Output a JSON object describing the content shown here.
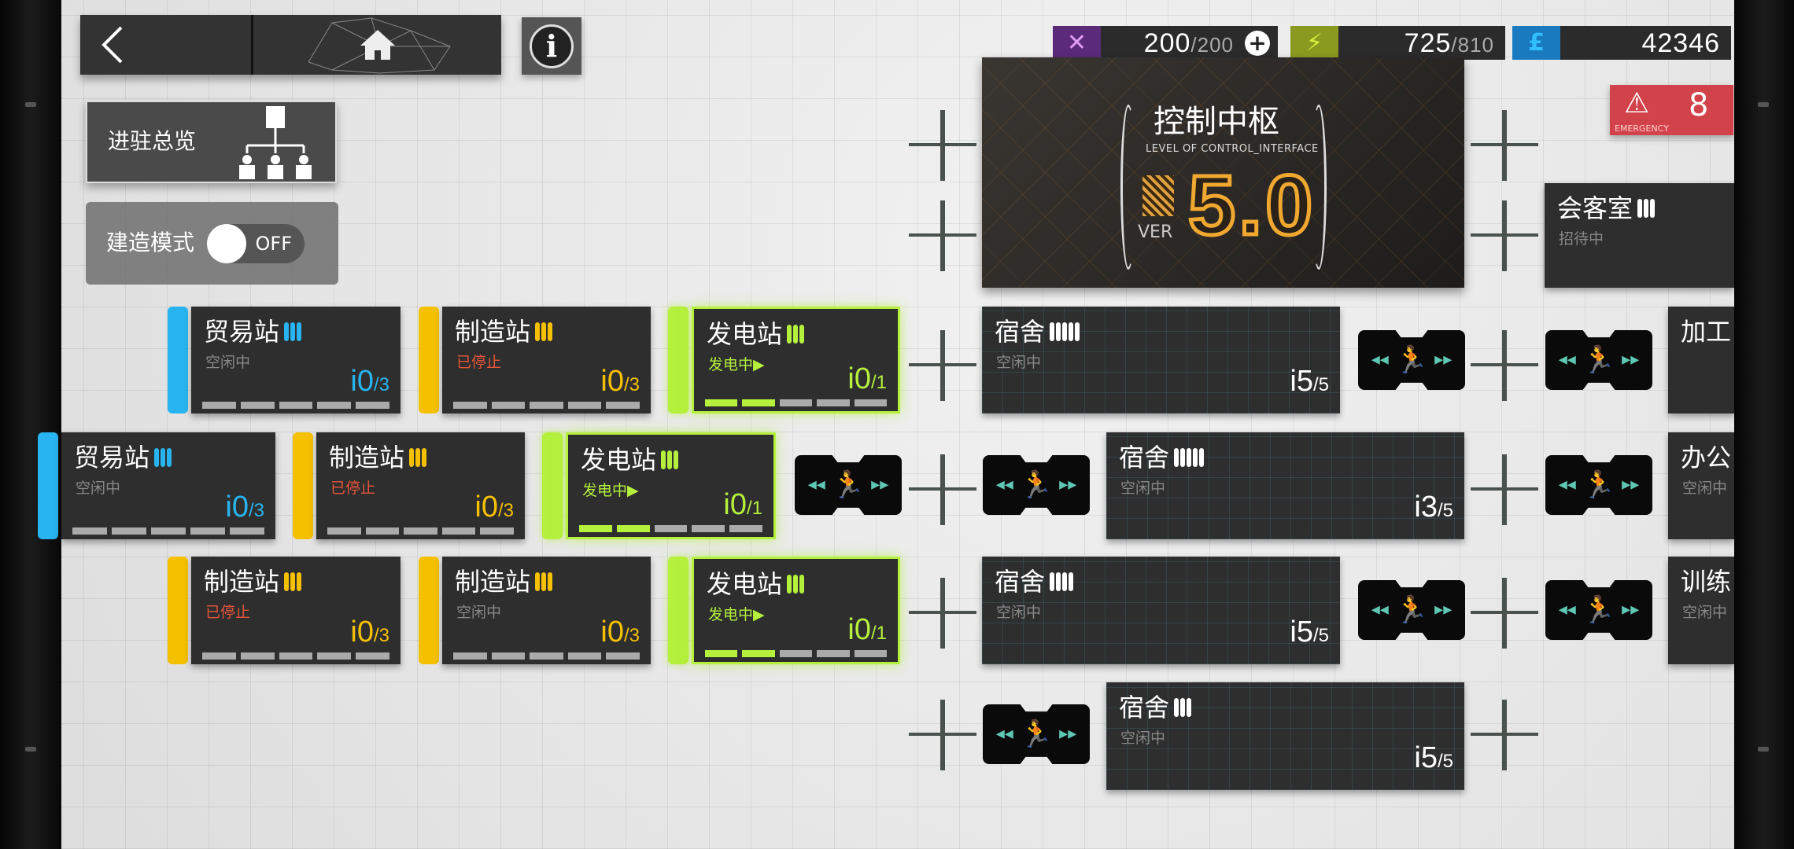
{
  "nav": {
    "back_icon": "chevron-left-icon",
    "home_icon": "home-icon",
    "info_label": "i"
  },
  "overview_button": {
    "label": "进驻总览",
    "icon": "org-chart-icon"
  },
  "build_mode": {
    "label": "建造模式",
    "state": "OFF"
  },
  "resources": {
    "drones": {
      "current": "200",
      "max": "/200",
      "icon": "drone-icon",
      "color": "#5b2a78"
    },
    "power": {
      "current": "725",
      "max": "/810",
      "icon": "battery-icon",
      "color": "#8a9a20"
    },
    "money": {
      "current": "42346",
      "icon": "lmd-icon",
      "color": "#1a7ac0"
    }
  },
  "control_center": {
    "title": "控制中枢",
    "subtitle": "LEVEL OF CONTROL_INTERFACE",
    "ver_label": "VER",
    "version": "5.0"
  },
  "emergency": {
    "count": "8",
    "label": "EMERGENCY"
  },
  "colors": {
    "trading": "#28b4f0",
    "factory": "#f5c000",
    "power": "#b4f03c",
    "dorm": "#ffffff",
    "stopped": "#e8553a",
    "corridor": "#5fc8b4"
  },
  "rooms": [
    {
      "type": "trading",
      "name": "贸易站",
      "level": 3,
      "status": "空闲中",
      "workers": "0",
      "capacity": "/3"
    },
    {
      "type": "factory",
      "name": "制造站",
      "level": 3,
      "status": "已停止",
      "workers": "0",
      "capacity": "/3"
    },
    {
      "type": "power",
      "name": "发电站",
      "level": 3,
      "status": "发电中▶",
      "workers": "0",
      "capacity": "/1"
    },
    {
      "type": "trading",
      "name": "贸易站",
      "level": 3,
      "status": "空闲中",
      "workers": "0",
      "capacity": "/3"
    },
    {
      "type": "factory",
      "name": "制造站",
      "level": 3,
      "status": "已停止",
      "workers": "0",
      "capacity": "/3"
    },
    {
      "type": "power",
      "name": "发电站",
      "level": 3,
      "status": "发电中▶",
      "workers": "0",
      "capacity": "/1"
    },
    {
      "type": "factory",
      "name": "制造站",
      "level": 3,
      "status": "已停止",
      "workers": "0",
      "capacity": "/3"
    },
    {
      "type": "factory",
      "name": "制造站",
      "level": 3,
      "status": "空闲中",
      "workers": "0",
      "capacity": "/3"
    },
    {
      "type": "power",
      "name": "发电站",
      "level": 3,
      "status": "发电中▶",
      "workers": "0",
      "capacity": "/1"
    },
    {
      "type": "dorm",
      "name": "宿舍",
      "level": 5,
      "status": "空闲中",
      "workers": "5",
      "capacity": "/5"
    },
    {
      "type": "dorm",
      "name": "宿舍",
      "level": 5,
      "status": "空闲中",
      "workers": "3",
      "capacity": "/5"
    },
    {
      "type": "dorm",
      "name": "宿舍",
      "level": 4,
      "status": "空闲中",
      "workers": "5",
      "capacity": "/5"
    },
    {
      "type": "dorm",
      "name": "宿舍",
      "level": 3,
      "status": "空闲中",
      "workers": "5",
      "capacity": "/5"
    },
    {
      "type": "reception",
      "name": "会客室",
      "level": 3,
      "status": "招待中",
      "workers": "",
      "capacity": ""
    },
    {
      "type": "workshop",
      "name": "加工",
      "level": 0,
      "status": "",
      "workers": "",
      "capacity": ""
    },
    {
      "type": "office",
      "name": "办公",
      "level": 0,
      "status": "空闲中",
      "workers": "",
      "capacity": ""
    },
    {
      "type": "training",
      "name": "训练",
      "level": 0,
      "status": "空闲中",
      "workers": "",
      "capacity": ""
    }
  ],
  "corridor": {
    "icon": "running-man-exit-icon",
    "left_arrow": "◂◂",
    "right_arrow": "▸▸",
    "man": "🏃"
  }
}
